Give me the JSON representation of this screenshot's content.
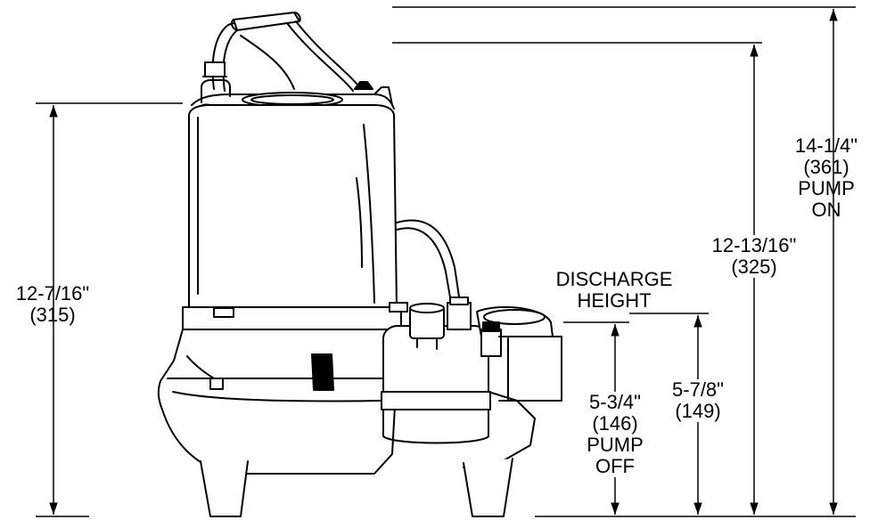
{
  "dimensions": {
    "overall_height": {
      "fraction": "12-7/16\"",
      "metric": "(315)"
    },
    "pump_on": {
      "fraction": "14-1/4\"",
      "metric": "(361)",
      "line3": "PUMP",
      "line4": "ON"
    },
    "top_height": {
      "fraction": "12-13/16\"",
      "metric": "(325)"
    },
    "discharge": {
      "line1": "DISCHARGE",
      "line2": "HEIGHT"
    },
    "pump_off": {
      "fraction": "5-3/4\"",
      "metric": "(146)",
      "line3": "PUMP",
      "line4": "OFF"
    },
    "discharge_height": {
      "fraction": "5-7/8\"",
      "metric": "(149)"
    }
  },
  "colors": {
    "line": "#000000",
    "background": "#ffffff"
  }
}
